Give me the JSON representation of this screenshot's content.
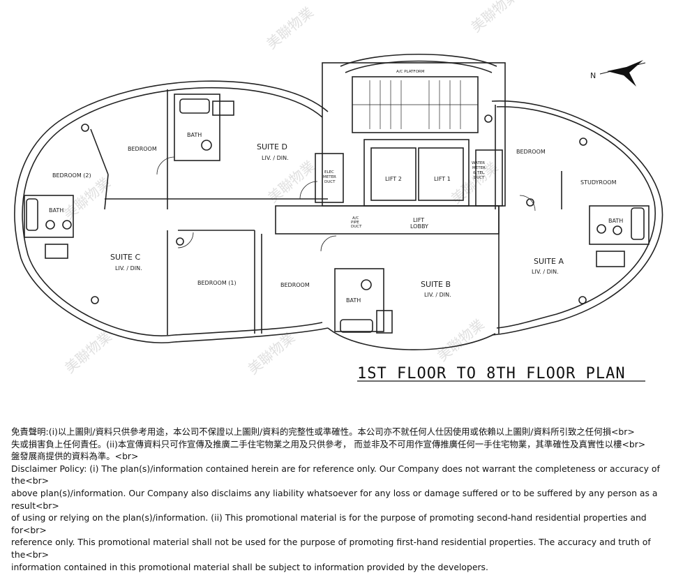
{
  "plan": {
    "title": "1ST FLOOR TO 8TH FLOOR PLAN",
    "north_label": "N",
    "platform_label": "A/C PLATFORM",
    "suites": [
      {
        "name": "SUITE A",
        "sub": "LIV. / DIN."
      },
      {
        "name": "SUITE B",
        "sub": "LIV. / DIN."
      },
      {
        "name": "SUITE C",
        "sub": "LIV. / DIN."
      },
      {
        "name": "SUITE D",
        "sub": "LIV. / DIN."
      }
    ],
    "rooms": {
      "bedroom": "BEDROOM",
      "bedroom_1": "BEDROOM (1)",
      "bedroom_2": "BEDROOM (2)",
      "bath": "BATH",
      "studyroom": "STUDYROOM",
      "lift_1": "LIFT 1",
      "lift_2": "LIFT 2",
      "lift_lobby": "LIFT LOBBY",
      "lift_lobby_l1": "LIFT",
      "lift_lobby_l2": "LOBBY",
      "ac_duct_l1": "A/C",
      "ac_duct_l2": "PIPE",
      "ac_duct_l3": "DUCT",
      "elec_l1": "ELEC",
      "elec_l2": "METER",
      "elec_l3": "DUCT",
      "water_l1": "WATER",
      "water_l2": "METER",
      "water_l3": "& TEL.",
      "water_l4": "DUCT"
    },
    "watermark": "美聯物業"
  },
  "disclaimer": {
    "zh": "免責聲明:(i)以上圖則/資料只供參考用途，本公司不保證以上圖則/資料的完整性或準確性。本公司亦不就任何人仕因使用或依賴以上圖則/資料所引致之任何損<br>\n失或損害負上任何責任。(ii)本宣傳資料只可作宣傳及推廣二手住宅物業之用及只供參考， 而並非及不可用作宣傳推廣任何一手住宅物業，其準確性及真實性以樓<br>\n盤發展商提供的資料為準。<br>",
    "en": "Disclaimer Policy: (i) The plan(s)/information contained herein are for reference only. Our Company does not warrant the completeness or accuracy of the<br>\nabove plan(s)/information. Our Company also disclaims any liability whatsoever for any loss or damage suffered or to be suffered by any person as a result<br>\nof using or relying on the plan(s)/information. (ii) This promotional material is for the purpose of promoting second-hand residential properties and for<br>\nreference only. This promotional material shall not be used for the purpose of promoting first-hand residential properties. The accuracy and truth of the<br>\ninformation contained in this promotional material shall be subject to information provided by the developers."
  }
}
